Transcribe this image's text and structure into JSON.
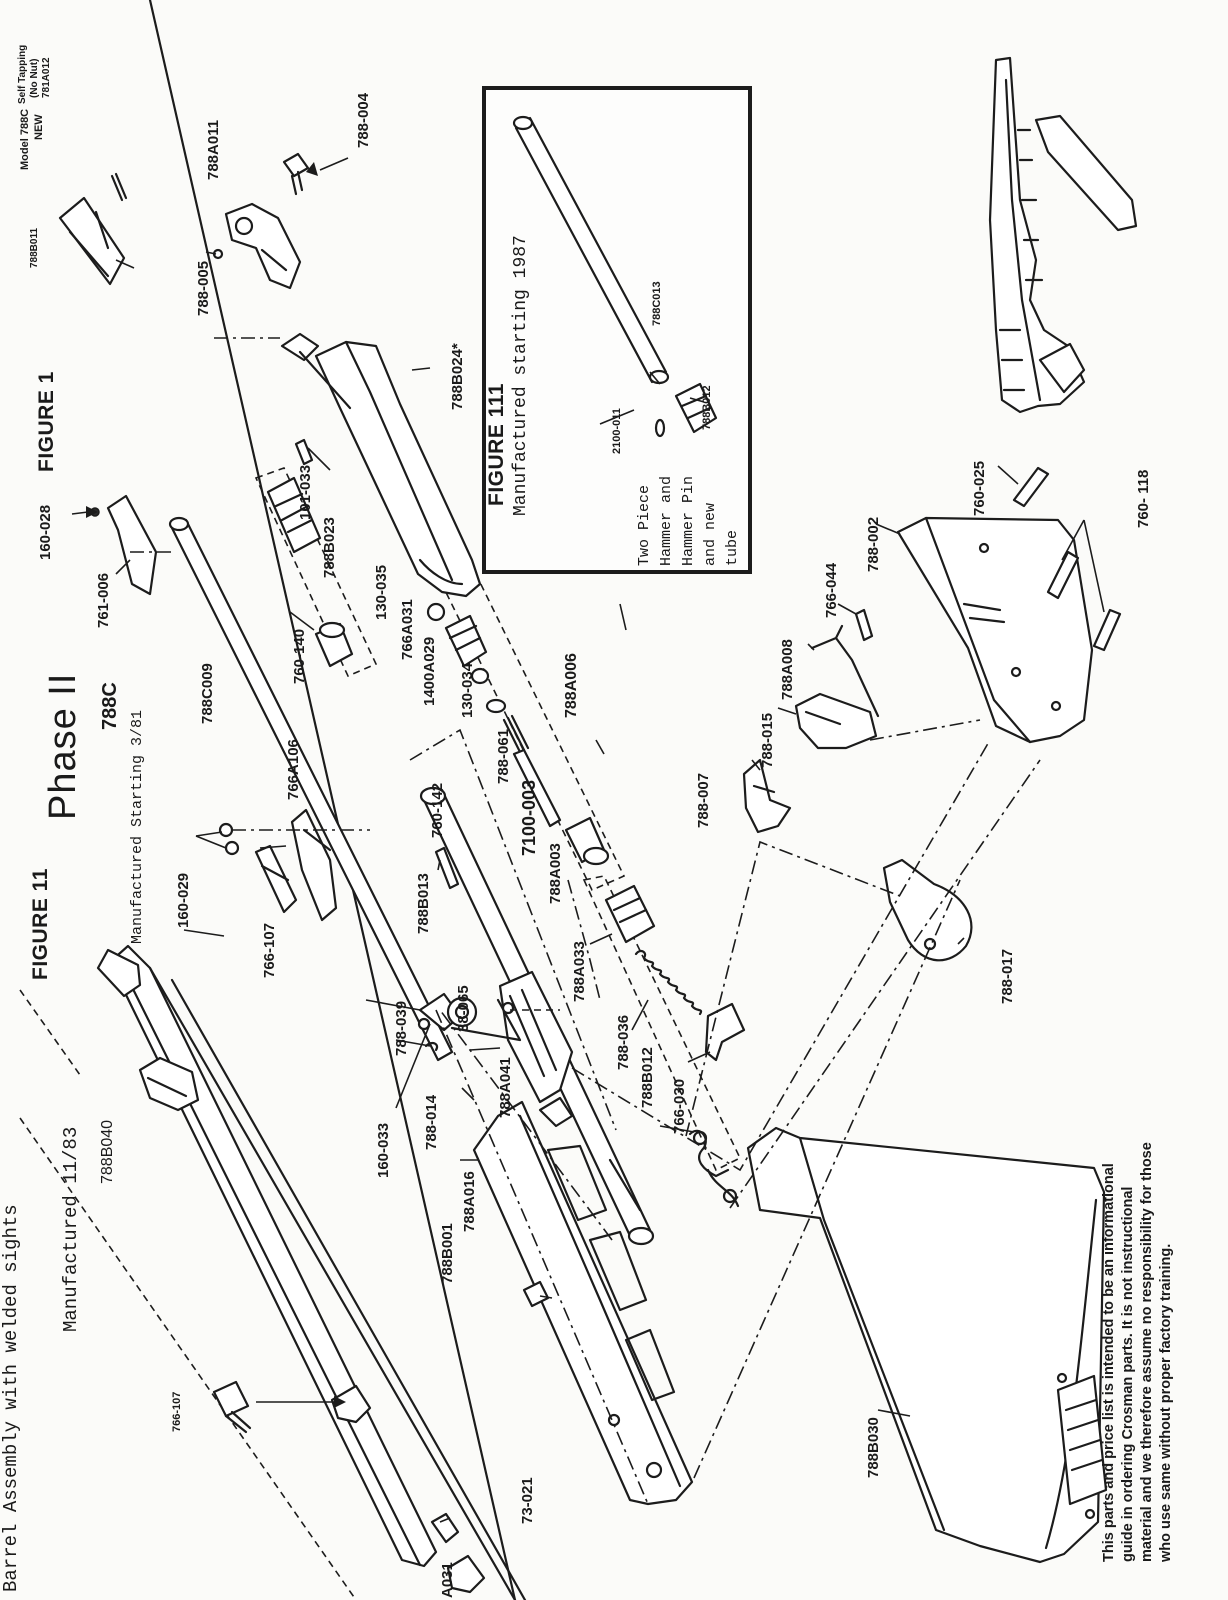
{
  "figures": {
    "figure_11": {
      "title": "FIGURE 11",
      "line1": "Barrel Assembly with welded sights",
      "line2": "Manufactured 11/83",
      "part": "788B040"
    },
    "phase": "Phase II",
    "model": "788C",
    "manufactured": "Manufactured Starting 3/81",
    "figure_1": "FIGURE 1",
    "figure_111": {
      "title": "FIGURE 111",
      "subtitle": "Manufactured starting 1987",
      "note_lines": [
        "Two Piece",
        "Hammer and",
        "Hammer Pin",
        "and new",
        "tube"
      ],
      "parts": {
        "tube": "788C013",
        "pin": "2100-011",
        "hammer": "788B012"
      }
    },
    "model_new": {
      "line1": "Model 788C",
      "line2": "NEW",
      "note1": "Self Tapping",
      "note2": "(No Nut)",
      "note3": "781A012",
      "part": "788B011"
    }
  },
  "parts": {
    "p766_107_fig11": "766-107",
    "p160_028": "160-028",
    "p761_006": "761-006",
    "p788C009": "788C009",
    "p760_140": "760-140",
    "p788B023": "788B023",
    "p101_033": "101-033",
    "p788B024": "788B024*",
    "p788_005": "788-005",
    "p788A011": "788A011",
    "p788_004": "788-004",
    "p160_029": "160-029",
    "p766A106": "766A106",
    "p766_107": "766-107",
    "p760_142": "760-142",
    "p1400A029": "1400A029",
    "p130_034": "130-034",
    "p788_061": "788-061",
    "p7100_003": "7100-003",
    "p788A003": "788A003",
    "p130_035": "130-035",
    "p766A031": "766A031",
    "p788A006": "788A006",
    "p788B013": "788B013",
    "p788_039": "788-039",
    "p38_065": "38-065",
    "p160_033": "160-033",
    "p788_014": "788-014",
    "p788A033": "788A033",
    "p788_036": "788-036",
    "p766_030": "766-030",
    "p788A016": "788A016",
    "p788A041": "788A041",
    "p788B001": "788B001",
    "p788B012": "788B012",
    "p73_021": "73-021",
    "pA031": "A031",
    "p788B030": "788B030",
    "p788_007": "788-007",
    "p788_015": "788-015",
    "p788A008": "788A008",
    "p766_044": "766-044",
    "p788_017": "788-017",
    "p788_002": "788-002",
    "p760_025": "760-025",
    "p760_118": "760- 118"
  },
  "disclaimer": [
    "This parts and price list is intended to be an informational",
    "guide in ordering Crosman parts. It is not instructional",
    "material and we therefore assume no responsibility for those",
    "who use same without proper factory training."
  ]
}
